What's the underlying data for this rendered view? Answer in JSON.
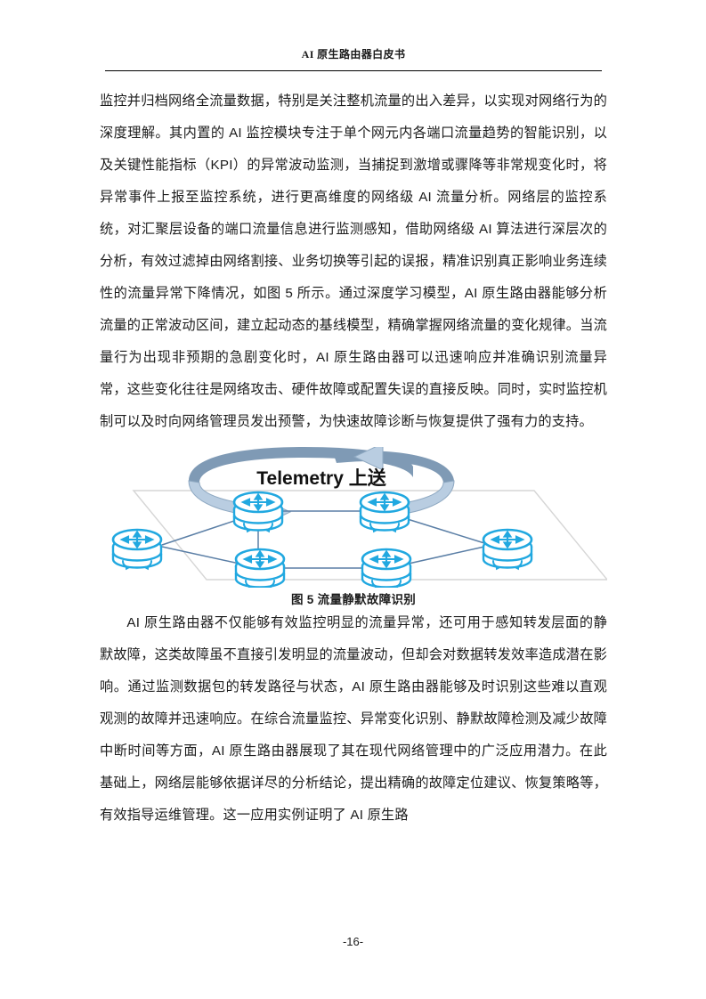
{
  "document": {
    "header_title": "AI 原生路由器白皮书",
    "page_number": "-16-"
  },
  "body": {
    "paragraph_1": "监控并归档网络全流量数据，特别是关注整机流量的出入差异，以实现对网络行为的深度理解。其内置的 AI 监控模块专注于单个网元内各端口流量趋势的智能识别，以及关键性能指标（KPI）的异常波动监测，当捕捉到激增或骤降等非常规变化时，将异常事件上报至监控系统，进行更高维度的网络级 AI 流量分析。网络层的监控系统，对汇聚层设备的端口流量信息进行监测感知，借助网络级 AI 算法进行深层次的分析，有效过滤掉由网络割接、业务切换等引起的误报，精准识别真正影响业务连续性的流量异常下降情况，如图 5 所示。通过深度学习模型，AI 原生路由器能够分析流量的正常波动区间，建立起动态的基线模型，精确掌握网络流量的变化规律。当流量行为出现非预期的急剧变化时，AI 原生路由器可以迅速响应并准确识别流量异常，这些变化往往是网络攻击、硬件故障或配置失误的直接反映。同时，实时监控机制可以及时向网络管理员发出预警，为快速故障诊断与恢复提供了强有力的支持。",
    "paragraph_2": "AI 原生路由器不仅能够有效监控明显的流量异常，还可用于感知转发层面的静默故障，这类故障虽不直接引发明显的流量波动，但却会对数据转发效率造成潜在影响。通过监测数据包的转发路径与状态，AI 原生路由器能够及时识别这些难以直观观测的故障并迅速响应。在综合流量监控、异常变化识别、静默故障检测及减少故障中断时间等方面，AI 原生路由器展现了其在现代网络管理中的广泛应用潜力。在此基础上，网络层能够依据详尽的分析结论，提出精确的故障定位建议、恢复策略等，有效指导运维管理。这一应用实例证明了 AI 原生路"
  },
  "figure": {
    "caption": "图 5 流量静默故障识别",
    "telemetry_label": "Telemetry 上送",
    "colors": {
      "router_cyan": "#21a8e0",
      "link_blue": "#5b7fa6",
      "ribbon_light": "#b9cde1",
      "ribbon_dark": "#7f9ab5",
      "plane_edge": "#d6d6d6"
    },
    "nodes": [
      {
        "id": "router-left",
        "label": "router"
      },
      {
        "id": "router-top-left",
        "label": "router"
      },
      {
        "id": "router-bottom-left",
        "label": "router"
      },
      {
        "id": "router-top-right",
        "label": "router"
      },
      {
        "id": "router-bottom-right",
        "label": "router"
      },
      {
        "id": "router-right",
        "label": "router"
      }
    ],
    "links": [
      {
        "from": "router-left",
        "to": "router-top-left"
      },
      {
        "from": "router-left",
        "to": "router-bottom-left"
      },
      {
        "from": "router-top-left",
        "to": "router-bottom-left"
      },
      {
        "from": "router-top-left",
        "to": "router-top-right"
      },
      {
        "from": "router-bottom-left",
        "to": "router-bottom-right"
      },
      {
        "from": "router-top-right",
        "to": "router-right"
      },
      {
        "from": "router-bottom-right",
        "to": "router-right"
      }
    ]
  }
}
